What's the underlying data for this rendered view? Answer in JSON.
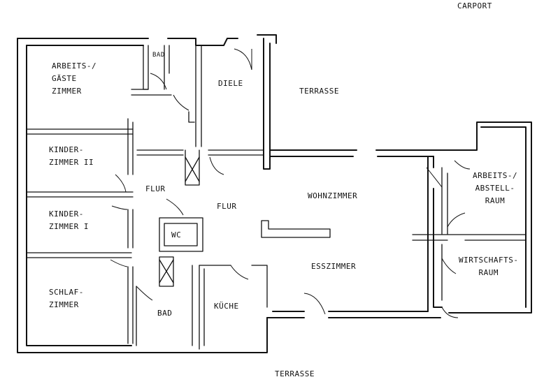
{
  "labels": {
    "carport": "CARPORT",
    "terrasse_top": "TERRASSE",
    "terrasse_bottom": "TERRASSE",
    "arbeits_gaeste": "ARBEITS-/\nGÄSTE\nZIMMER",
    "bad_top": "BAD",
    "diele": "DIELE",
    "kinderzimmer_2": "KINDER-\nZIMMER II",
    "kinderzimmer_1": "KINDER-\nZIMMER I",
    "schlafzimmer": "SCHLAF-\nZIMMER",
    "flur_left": "FLUR",
    "flur_center": "FLUR",
    "wc": "WC",
    "bad_bottom": "BAD",
    "kueche": "KÜCHE",
    "wohnzimmer": "WOHNZIMMER",
    "esszimmer": "ESSZIMMER",
    "arbeits_abstell": "ARBEITS-/\nABSTELL-\nRAUM",
    "wirtschaftsraum": "WIRTSCHAFTS-\nRAUM"
  }
}
